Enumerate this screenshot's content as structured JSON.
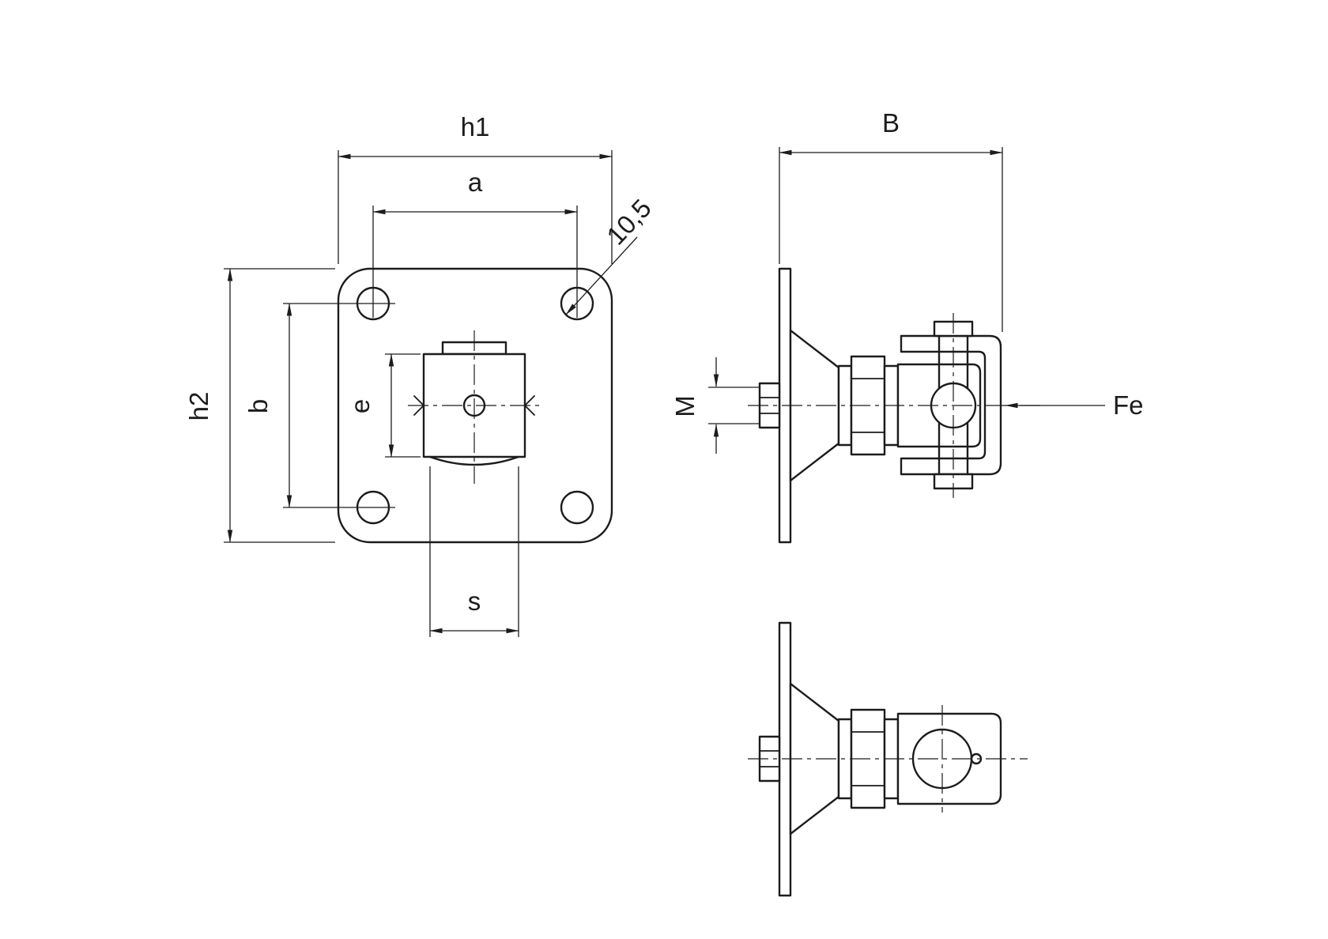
{
  "drawing": {
    "colors": {
      "line": "#1c1c1c",
      "background": "#ffffff"
    },
    "labels": {
      "h1": "h1",
      "a": "a",
      "dia": "10,5",
      "h2": "h2",
      "b": "b",
      "e": "e",
      "s": "s",
      "B": "B",
      "M": "M",
      "Fe": "Fe"
    }
  }
}
